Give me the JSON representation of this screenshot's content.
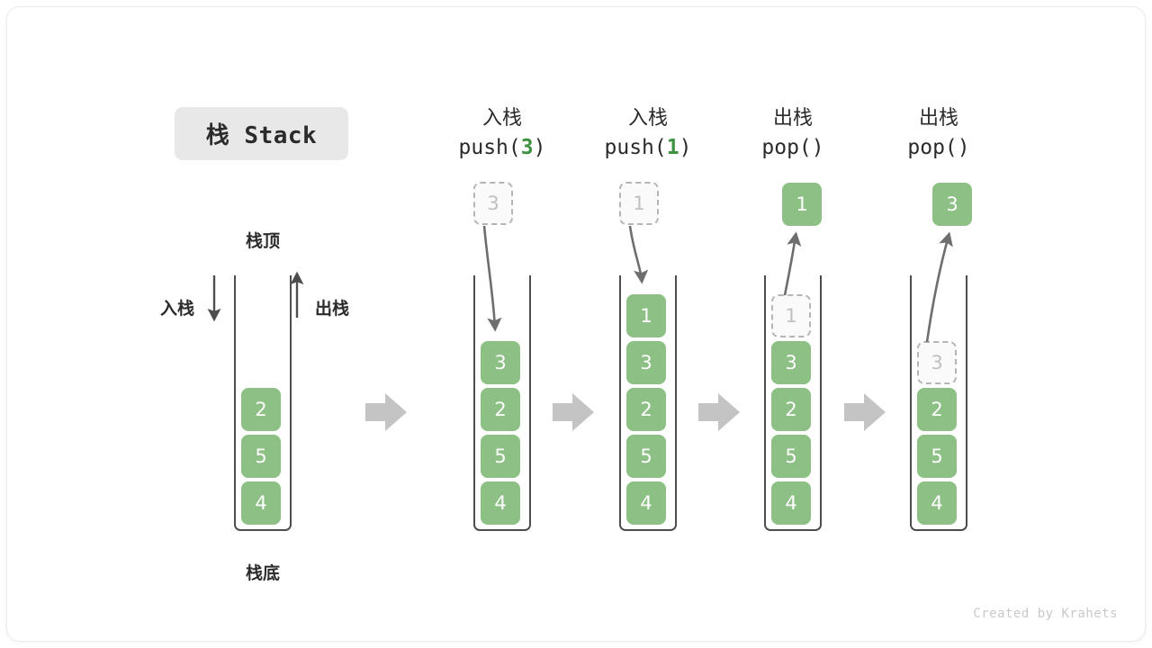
{
  "title": {
    "text": "栈 Stack"
  },
  "legend": {
    "top_label": "栈顶",
    "bottom_label": "栈底",
    "push_label": "入栈",
    "pop_label": "出栈"
  },
  "footer": {
    "credit": "Created by Krahets"
  },
  "colors": {
    "cell_fill": "#8cc084",
    "cell_text": "#ffffff",
    "ghost_border": "#b5b5b5",
    "ghost_text": "#c0c0c0",
    "wall": "#4d4d4d",
    "step_arrow": "#c4c4c4",
    "curve_arrow": "#6e6e6e",
    "accent_number": "#3f9142",
    "badge_bg": "#e8e8e8"
  },
  "stages": [
    {
      "id": "initial",
      "header_cn": "",
      "header_code_pre": "",
      "header_code_num": "",
      "header_code_post": "",
      "floating": null,
      "cells": [
        "2",
        "5",
        "4"
      ],
      "ghost_top": null
    },
    {
      "id": "push-3",
      "header_cn": "入栈",
      "header_code_pre": "push(",
      "header_code_num": "3",
      "header_code_post": ")",
      "floating": {
        "value": "3",
        "style": "ghost"
      },
      "cells": [
        "3",
        "2",
        "5",
        "4"
      ],
      "ghost_top": null
    },
    {
      "id": "push-1",
      "header_cn": "入栈",
      "header_code_pre": "push(",
      "header_code_num": "1",
      "header_code_post": ")",
      "floating": {
        "value": "1",
        "style": "ghost"
      },
      "cells": [
        "1",
        "3",
        "2",
        "5",
        "4"
      ],
      "ghost_top": null
    },
    {
      "id": "pop-1",
      "header_cn": "出栈",
      "header_code_pre": "pop(",
      "header_code_num": "",
      "header_code_post": ")",
      "floating": {
        "value": "1",
        "style": "filled"
      },
      "cells": [
        "3",
        "2",
        "5",
        "4"
      ],
      "ghost_top": "1"
    },
    {
      "id": "pop-3",
      "header_cn": "出栈",
      "header_code_pre": "pop(",
      "header_code_num": "",
      "header_code_post": ")",
      "floating": {
        "value": "3",
        "style": "filled"
      },
      "cells": [
        "2",
        "5",
        "4"
      ],
      "ghost_top": "3"
    }
  ]
}
